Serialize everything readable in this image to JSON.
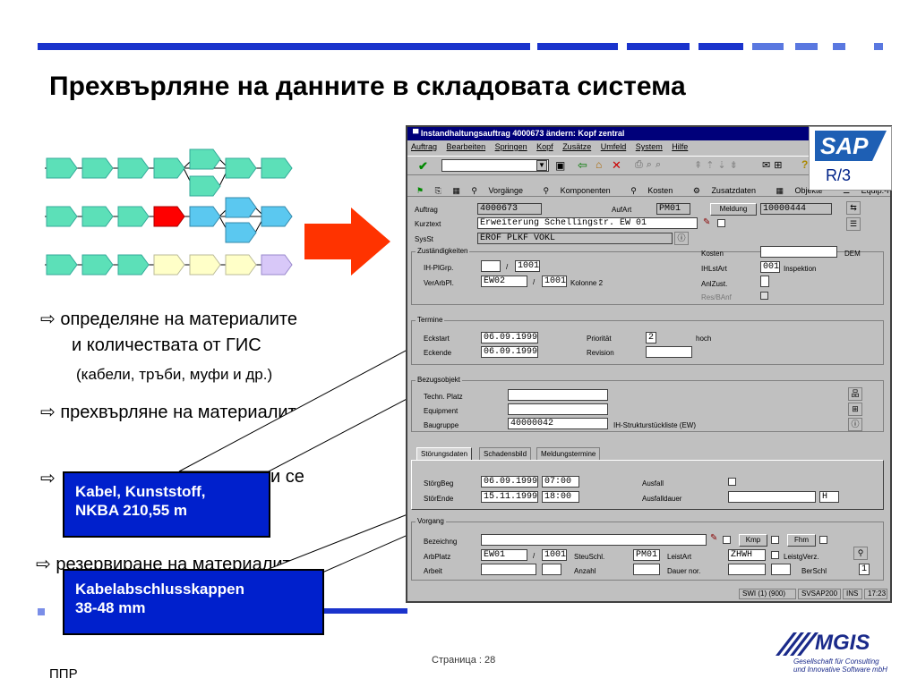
{
  "slide": {
    "title": "Прехвърляне на данните в складовата система",
    "bullets": [
      "⇨ определяне на материалите",
      "и количествата от ГИС",
      "(кабели, тръби, муфи и др.)",
      "⇨ прехвърляне на материалите",
      "⇨",
      "и се",
      "⇨ резервиране на материалите"
    ],
    "callout1": [
      "Kabel, Kunststoff,",
      "NKBA 210,55 m"
    ],
    "callout2": [
      "Kabelabschlusskappen",
      "38-48 mm"
    ],
    "footer_left": "ППР",
    "footer_page": "Страница : 28"
  },
  "sap": {
    "window_title": "Instandhaltungsauftrag 4000673 ändern: Kopf zentral",
    "menu": [
      "Auftrag",
      "Bearbeiten",
      "Springen",
      "Kopf",
      "Zusätze",
      "Umfeld",
      "System",
      "Hilfe"
    ],
    "apptoolbar": [
      "Vorgänge",
      "Komponenten",
      "Kosten",
      "Zusatzdaten",
      "Objekte",
      "Equip.-Re"
    ],
    "logo_text": "SAP",
    "logo_sub": "R/3",
    "fields": {
      "auftrag_label": "Auftrag",
      "auftrag": "4000673",
      "aufart_label": "AufArt",
      "aufart": "PM01",
      "meldung_btn": "Meldung",
      "meldung": "10000444",
      "kurztext_label": "Kurztext",
      "kurztext": "Erweiterung Schellingstr. EW 01",
      "sysst_label": "SysSt",
      "sysst": "EROF PLKF VOKL",
      "zust_group": "Zuständigkeiten",
      "ihplgrp_label": "IH-PlGrp.",
      "ihplgrp": "1001",
      "verarbpl_label": "VerArbPl.",
      "verarbpl": "EW02",
      "verarbpl2": "1001",
      "verarbpl_text": "Kolonne 2",
      "kosten_label": "Kosten",
      "kosten_unit": "DEM",
      "ihlstart_label": "IHLstArt",
      "ihlstart": "001",
      "ihlstart_text": "Inspektion",
      "anlzust_label": "AnlZust.",
      "resbanf_label": "Res/BAnf",
      "termine_group": "Termine",
      "eckstart_label": "Eckstart",
      "eckstart": "06.09.1999",
      "eckende_label": "Eckende",
      "eckende": "06.09.1999",
      "prioritaet_label": "Priorität",
      "prioritaet": "2",
      "prioritaet_text": "hoch",
      "revision_label": "Revision",
      "bezug_group": "Bezugsobjekt",
      "techplatz_label": "Techn. Platz",
      "equipment_label": "Equipment",
      "baugruppe_label": "Baugruppe",
      "baugruppe": "40000042",
      "baugruppe_text": "IH-Strukturstückliste (EW)",
      "tabs": [
        "Störungsdaten",
        "Schadensbild",
        "Meldungstermine"
      ],
      "stoerbeg_label": "StörgBeg",
      "stoerbeg_date": "06.09.1999",
      "stoerbeg_time": "07:00",
      "stoerende_label": "StörEnde",
      "stoerende_date": "15.11.1999",
      "stoerende_time": "18:00",
      "ausfall_label": "Ausfall",
      "ausfalldauer_label": "Ausfalldauer",
      "ausfalldauer_unit": "H",
      "vorgang_group": "Vorgang",
      "bezeichng_label": "Bezeichng",
      "kmp_btn": "Kmp",
      "fhm_btn": "Fhm",
      "arbplatz_label": "ArbPlatz",
      "arbplatz": "EW01",
      "arbplatz2": "1001",
      "steuschl_label": "SteuSchl.",
      "steuschl": "PM01",
      "leistart_label": "LeistArt",
      "leistart": "ZHWH",
      "leistverz_label": "LeistgVerz.",
      "arbeit_label": "Arbeit",
      "anzahl_label": "Anzahl",
      "dauernor_label": "Dauer nor.",
      "berschl_label": "BerSchl",
      "berschl": "1"
    },
    "status": [
      "SWI (1) (900)",
      "SVSAP200",
      "INS",
      "17:23"
    ]
  },
  "gis": {
    "logo_text": "MGIS",
    "logo_line1": "Gesellschaft für Consulting",
    "logo_line2": "und Innovative Software mbH"
  },
  "colors": {
    "accent_blue": "#1a33cc",
    "arrow_red": "#ff3300",
    "flow_green": "#5ce0b8",
    "flow_red": "#ff0000",
    "flow_blue": "#5bc8f0",
    "flow_yellow": "#ffffc8",
    "flow_purple": "#d8c8f8"
  }
}
